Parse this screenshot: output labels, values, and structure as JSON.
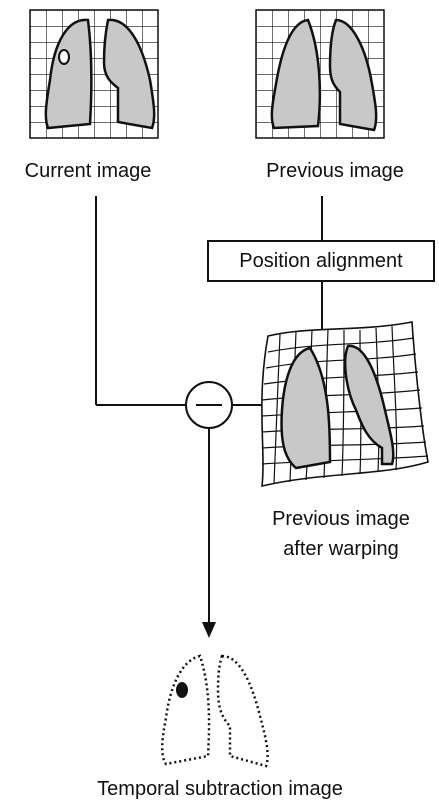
{
  "labels": {
    "current_image": "Current image",
    "previous_image": "Previous image",
    "position_alignment": "Position alignment",
    "previous_after_warping_line1": "Previous image",
    "previous_after_warping_line2": "after warping",
    "temporal_subtraction": "Temporal subtraction image",
    "operator_symbol": "−"
  },
  "colors": {
    "lung_fill": "#c8c8c8",
    "stroke": "#111111",
    "background": "#ffffff"
  }
}
